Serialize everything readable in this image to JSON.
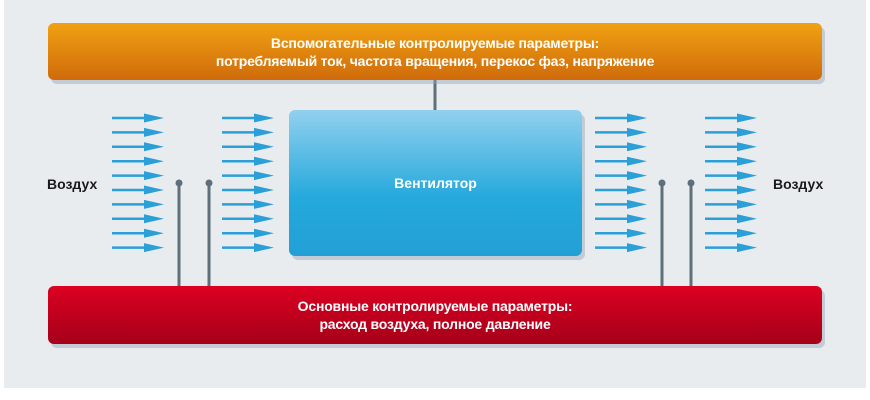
{
  "top_box": {
    "line1": "Вспомогательные контролируемые параметры:",
    "line2": "потребляемый ток, частота вращения, перекос фаз, напряжение",
    "color": "#e8890f"
  },
  "fan_box": {
    "label": "Вентилятор",
    "color": "#25a9dc"
  },
  "bottom_box": {
    "line1": "Основные контролируемые параметры:",
    "line2": "расход воздуха, полное давление",
    "color": "#c5001d"
  },
  "air_left": "Воздух",
  "air_right": "Воздух",
  "arrow_color": "#2a9fd8",
  "connector_color": "#5e6e7a"
}
